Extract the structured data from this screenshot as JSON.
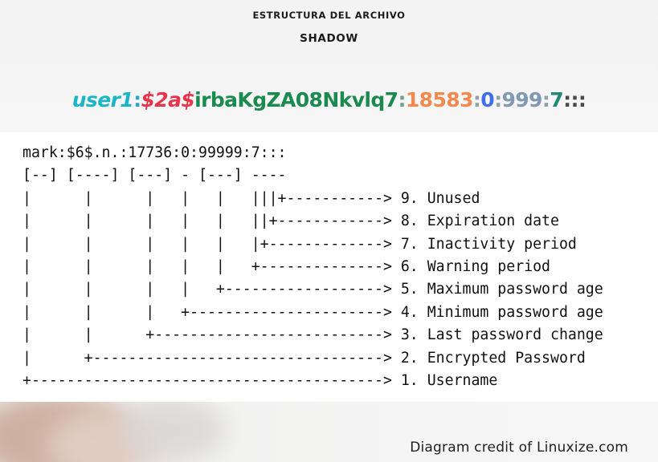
{
  "header": {
    "kicker": "ESTRUCTURA DEL ARCHIVO",
    "title": "SHADOW"
  },
  "shadow_line": {
    "segments": [
      {
        "text": "user1",
        "color": "#1ab6c8",
        "italic": true
      },
      {
        "text": ":",
        "color": "#2aa5c4",
        "italic": false
      },
      {
        "text": "$2a$",
        "color": "#e8344a",
        "italic": true
      },
      {
        "text": "irbaKgZA08Nkvlq7",
        "color": "#1b8a4e",
        "italic": false
      },
      {
        "text": ":",
        "color": "#6aa58a",
        "italic": false
      },
      {
        "text": "18583",
        "color": "#f28a4f",
        "italic": false
      },
      {
        "text": ":",
        "color": "#8fa2a8",
        "italic": false
      },
      {
        "text": "0",
        "color": "#3f6fe8",
        "italic": false
      },
      {
        "text": ":",
        "color": "#8fa2a8",
        "italic": false
      },
      {
        "text": "999",
        "color": "#7f99b3",
        "italic": false
      },
      {
        "text": ":",
        "color": "#8fa2a8",
        "italic": false
      },
      {
        "text": "7",
        "color": "#1e8a74",
        "italic": false
      },
      {
        "text": ":::",
        "color": "#4a4a4a",
        "italic": false
      }
    ]
  },
  "diagram": {
    "lines": [
      "mark:$6$.n.:17736:0:99999:7:::",
      "[--] [----] [---] - [---] ----",
      "|      |      |   |   |   |||+-----------> 9. Unused",
      "|      |      |   |   |   ||+------------> 8. Expiration date",
      "|      |      |   |   |   |+-------------> 7. Inactivity period",
      "|      |      |   |   |   +--------------> 6. Warning period",
      "|      |      |   |   +------------------> 5. Maximum password age",
      "|      |      |   +----------------------> 4. Minimum password age",
      "|      |      +--------------------------> 3. Last password change",
      "|      +---------------------------------> 2. Encrypted Password",
      "+----------------------------------------> 1. Username"
    ]
  },
  "credit": "Diagram credit of Linuxize.com"
}
